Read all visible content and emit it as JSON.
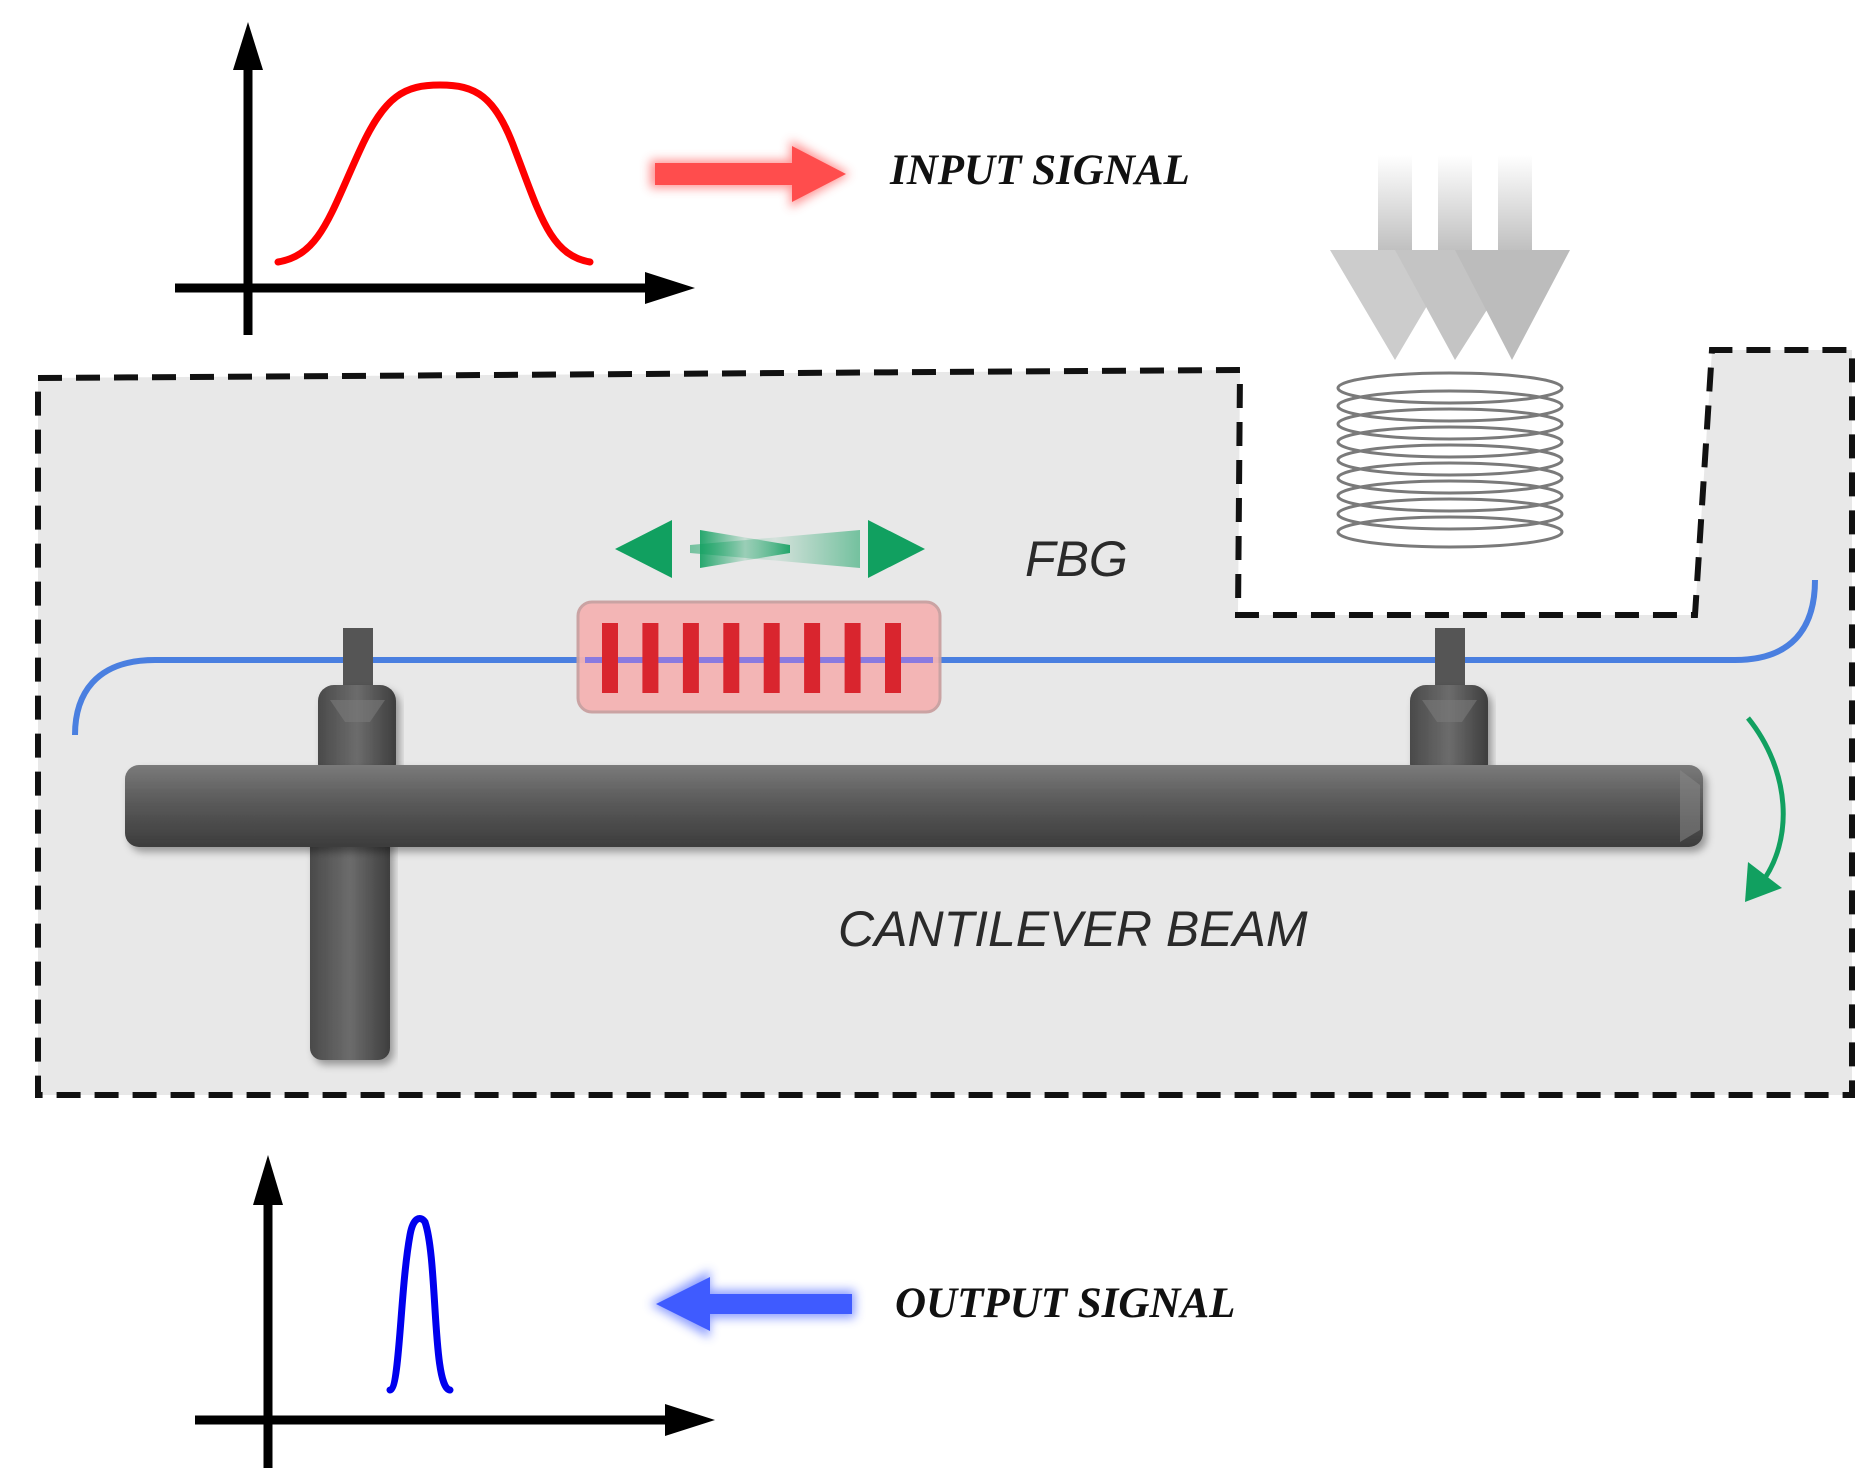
{
  "labels": {
    "input_signal": "INPUT SIGNAL",
    "output_signal": "OUTPUT SIGNAL",
    "fbg": "FBG",
    "cantilever_beam": "CANTILEVER BEAM"
  },
  "colors": {
    "input_curve": "#ff0000",
    "output_curve": "#0000ee",
    "input_arrow": "#ff4d4d",
    "output_arrow": "#3f5bff",
    "fiber": "#4a7fe0",
    "grating": "#d9252e",
    "grating_box": "#f4b3b3",
    "motion_arrows": "#11a060",
    "enclosure_fill": "#e8e8e8",
    "beam": "#555555",
    "coil": "#7a7a7a",
    "force_arrows": "#cfcfcf"
  },
  "icons": {
    "input_arrow": "arrow-right-icon",
    "output_arrow": "arrow-left-icon",
    "force": "down-arrows-icon",
    "rotation": "curved-arrow-icon",
    "strain": "double-arrow-icon"
  },
  "grating_lines": 8
}
